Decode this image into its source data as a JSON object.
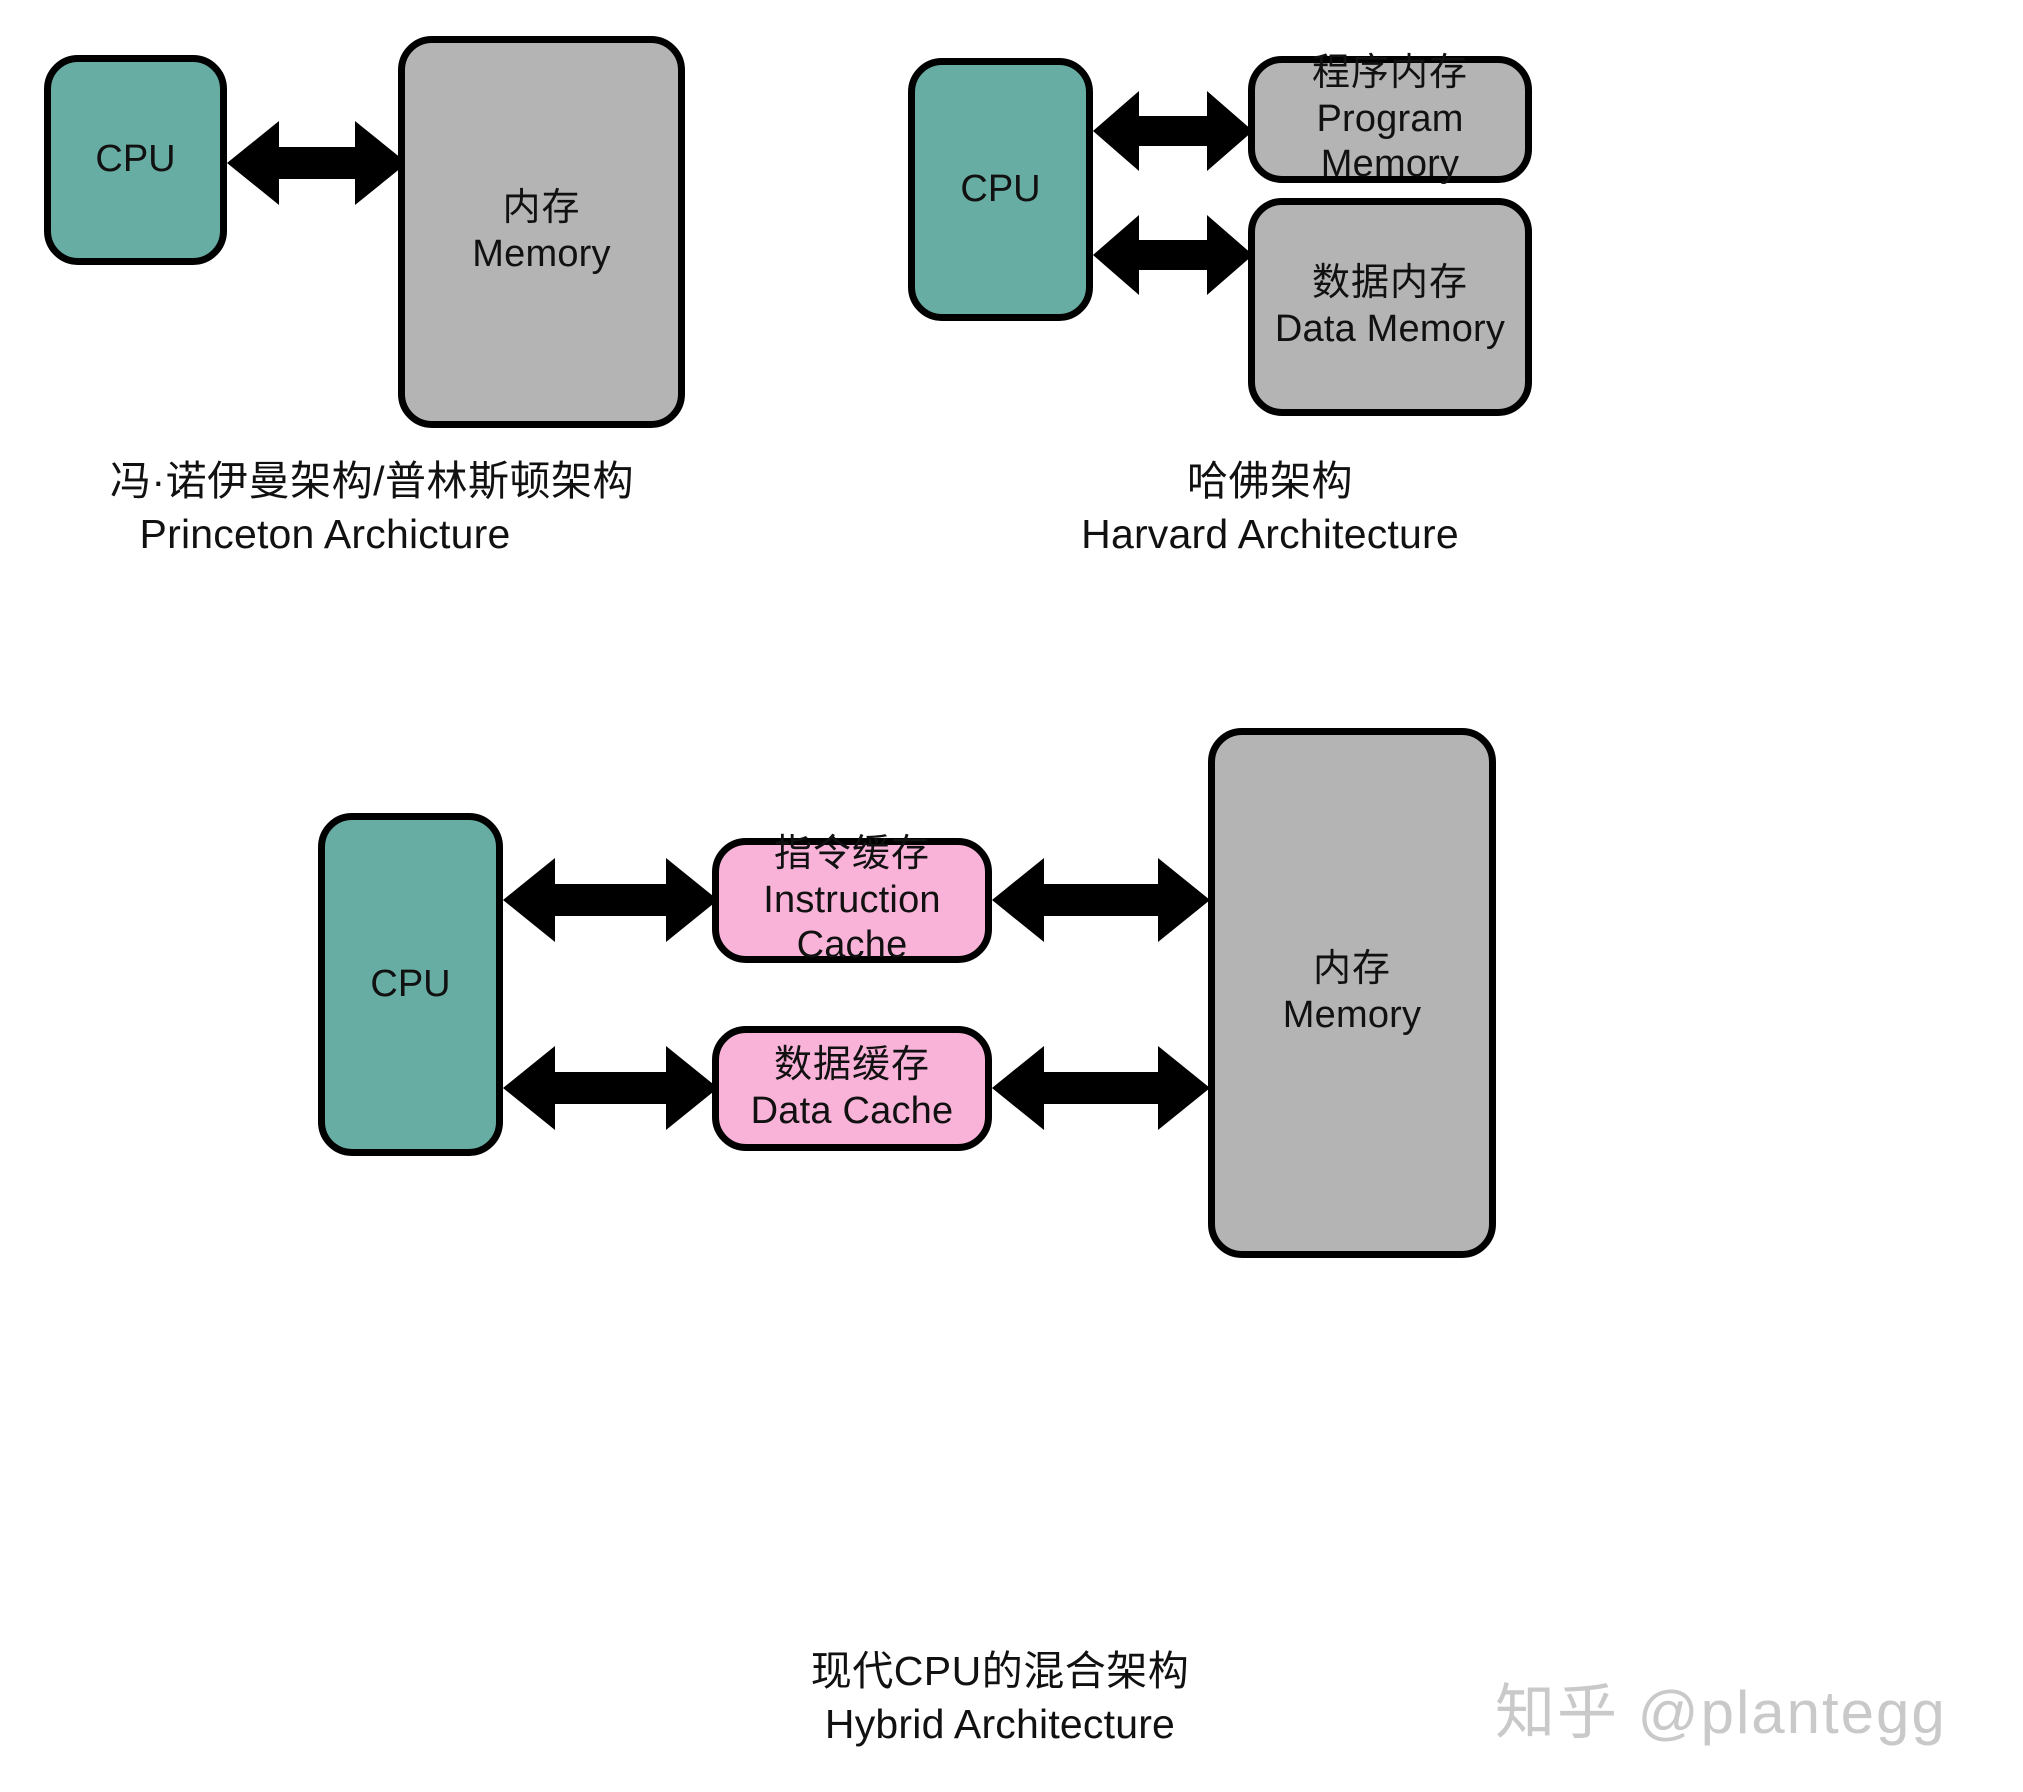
{
  "diagram": {
    "title_cn": "冯·诺伊曼架构/普林斯顿架构",
    "colors": {
      "cpu_fill": "#67ada3",
      "memory_fill": "#b4b4b4",
      "cache_fill": "#f9b3d9",
      "stroke": "#000000",
      "background": "#ffffff",
      "watermark": "#c9c9c9"
    }
  },
  "princeton": {
    "caption": {
      "cn": "冯·诺伊曼架构/普林斯顿架构",
      "en": "Princeton Archicture"
    },
    "cpu": {
      "label": "CPU"
    },
    "memory": {
      "cn": "内存",
      "en": "Memory"
    },
    "arrow": {
      "name": "cpu-memory-bidirectional-arrow",
      "direction": "bidirectional"
    }
  },
  "harvard": {
    "caption": {
      "cn": "哈佛架构",
      "en": "Harvard Architecture"
    },
    "cpu": {
      "label": "CPU"
    },
    "program_memory": {
      "cn": "程序内存",
      "en": "Program Memory"
    },
    "data_memory": {
      "cn": "数据内存",
      "en": "Data Memory"
    },
    "arrows": [
      {
        "name": "cpu-program-memory-arrow",
        "direction": "bidirectional"
      },
      {
        "name": "cpu-data-memory-arrow",
        "direction": "bidirectional"
      }
    ]
  },
  "hybrid": {
    "caption": {
      "cn": "现代CPU的混合架构",
      "en": "Hybrid Architecture"
    },
    "cpu": {
      "label": "CPU"
    },
    "instruction_cache": {
      "cn": "指令缓存",
      "en": "Instruction Cache"
    },
    "data_cache": {
      "cn": "数据缓存",
      "en": "Data Cache"
    },
    "memory": {
      "cn": "内存",
      "en": "Memory"
    },
    "arrows": [
      {
        "name": "cpu-instruction-cache-arrow",
        "direction": "bidirectional"
      },
      {
        "name": "instruction-cache-memory-arrow",
        "direction": "bidirectional"
      },
      {
        "name": "cpu-data-cache-arrow",
        "direction": "bidirectional"
      },
      {
        "name": "data-cache-memory-arrow",
        "direction": "bidirectional"
      }
    ]
  },
  "watermark": {
    "text": "知乎 @plantegg"
  }
}
